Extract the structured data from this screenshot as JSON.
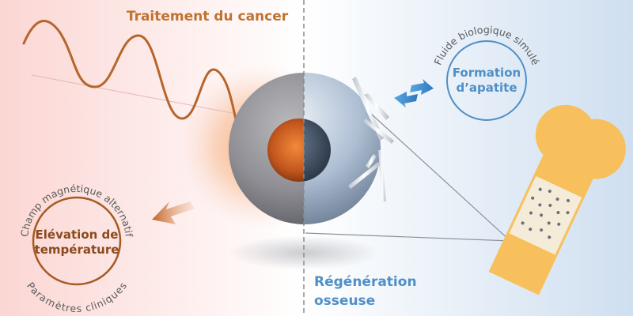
{
  "left_panel": {
    "title": "Traitement du cancer",
    "circle_label_line1": "Elévation de",
    "circle_label_line2": "température",
    "arc_top_text": "Champ magnétique alternatif",
    "arc_bottom_text": "Paramètres cliniques"
  },
  "right_panel": {
    "title_line1": "Régénération",
    "title_line2": "osseuse",
    "circle_label_line1": "Formation",
    "circle_label_line2": "d’apatite",
    "arc_top_text": "Fluide biologique simulé"
  },
  "colors": {
    "left_background": "#fbd9d6",
    "right_background": "#d6e4f2",
    "orange_accent": "#c0722f",
    "brown_accent": "#8b4a1c",
    "blue_accent": "#4f8fc7",
    "bone": "#f7c05c"
  },
  "icons": {
    "wave": "sine-wave-icon",
    "heat_arrow": "heat-arrow-icon",
    "exchange_arrows": "bidirectional-arrows-icon",
    "bone": "bone-icon"
  }
}
